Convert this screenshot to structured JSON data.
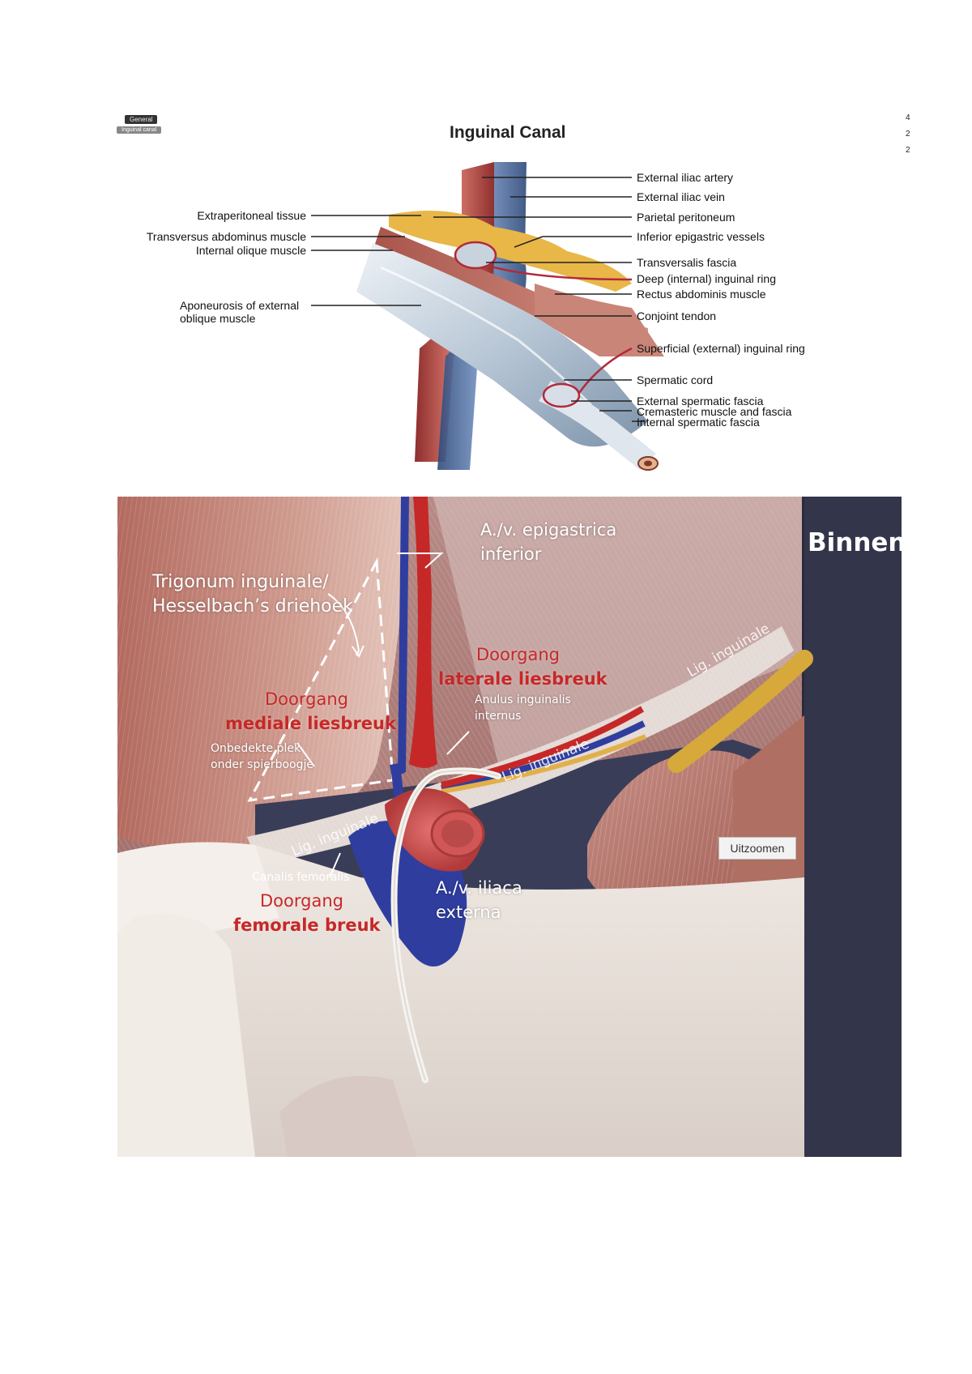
{
  "top": {
    "chip_main": "General",
    "chip_sub": "Inguinal canal",
    "title": "Inguinal Canal",
    "edge_chars": [
      "4",
      "2",
      "2"
    ],
    "labels_left": {
      "extraperitoneal": "Extraperitoneal tissue",
      "transversus": "Transversus abdominus muscle",
      "internal_oblique": "Internal olique muscle",
      "aponeurosis_1": "Aponeurosis of external",
      "aponeurosis_2": "oblique muscle"
    },
    "labels_right": {
      "ext_iliac_artery": "External iliac artery",
      "ext_iliac_vein": "External iliac vein",
      "parietal_peritoneum": "Parietal peritoneum",
      "inf_epigastric": "Inferior epigastric vessels",
      "transversalis": "Transversalis fascia",
      "deep_ring": "Deep (internal) inguinal ring",
      "rectus": "Rectus abdominis muscle",
      "conjoint": "Conjoint tendon",
      "superficial_ring": "Superficial (external) inguinal ring",
      "spermatic_cord": "Spermatic cord",
      "ext_spermatic": "External spermatic fascia",
      "cremasteric": "Cremasteric muscle and fascia",
      "int_spermatic": "Internal spermatic fascia"
    }
  },
  "bottom": {
    "view_title": "Binnen aanzicht",
    "epigastric_1": "A./v. epigastrica",
    "epigastric_2": "inferior",
    "trigonum_1": "Trigonum inguinale/",
    "trigonum_2": "Hesselbach’s driehoek",
    "doorgang_lat_1": "Doorgang",
    "doorgang_lat_2": "laterale liesbreuk",
    "doorgang_med_1": "Doorgang",
    "doorgang_med_2": "mediale liesbreuk",
    "anulus_1": "Anulus inguinalis",
    "anulus_2": "internus",
    "onbedekte_1": "Onbedekte plek",
    "onbedekte_2": "onder spierboogje",
    "lig_1": "Lig. inguinale",
    "lig_2": "Lig. inguinale",
    "lig_3": "Lig. inguinale",
    "zoom_button": "Uitzoomen",
    "canalis": "Canalis femoralis",
    "doorgang_fem_1": "Doorgang",
    "doorgang_fem_2": "femorale breuk",
    "iliaca_1": "A./v. iliaca",
    "iliaca_2": "externa"
  },
  "colors": {
    "artery": "#c62828",
    "vein": "#2f3e9e",
    "muscle": "#b9685d",
    "label_red": "#c62828",
    "panel_dark": "#33354a"
  }
}
